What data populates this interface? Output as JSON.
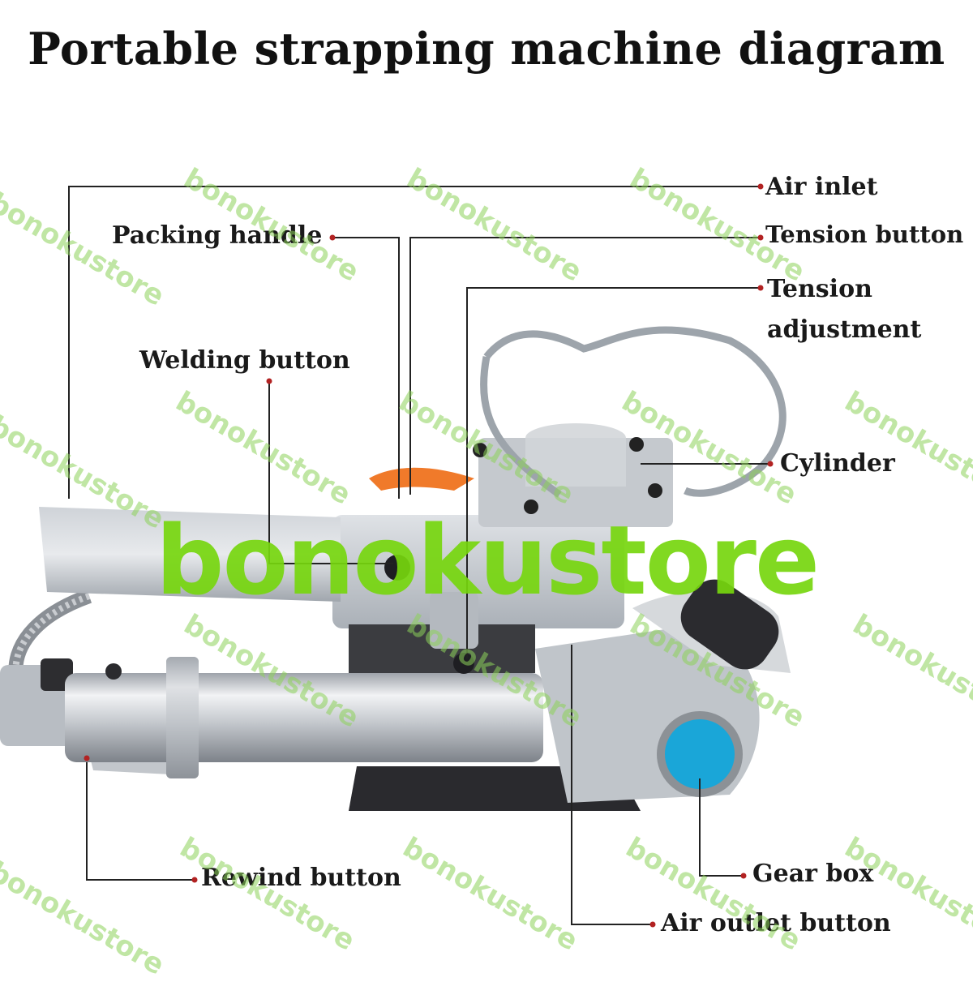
{
  "title": "Portable strapping machine diagram",
  "labels": {
    "air_inlet": "Air inlet",
    "packing_handle": "Packing handle",
    "tension_button": "Tension button",
    "tension_adjustment_line1": "Tension",
    "tension_adjustment_line2": "adjustment",
    "welding_button": "Welding button",
    "cylinder": "Cylinder",
    "gear_box": "Gear box",
    "rewind_button": "Rewind button",
    "air_outlet_button": "Air outlet button"
  },
  "watermark": {
    "text": "bonokustore",
    "color_small": "#8cd25a",
    "color_big": "#76d60e"
  },
  "colors": {
    "leader_line": "#222222",
    "body_metal": "#c9cdd2",
    "cylinder_tube": "#d8dbe0",
    "gear_cap": "#1aa6d8",
    "trigger": "#f07a2a",
    "base": "#2a2a2e"
  }
}
